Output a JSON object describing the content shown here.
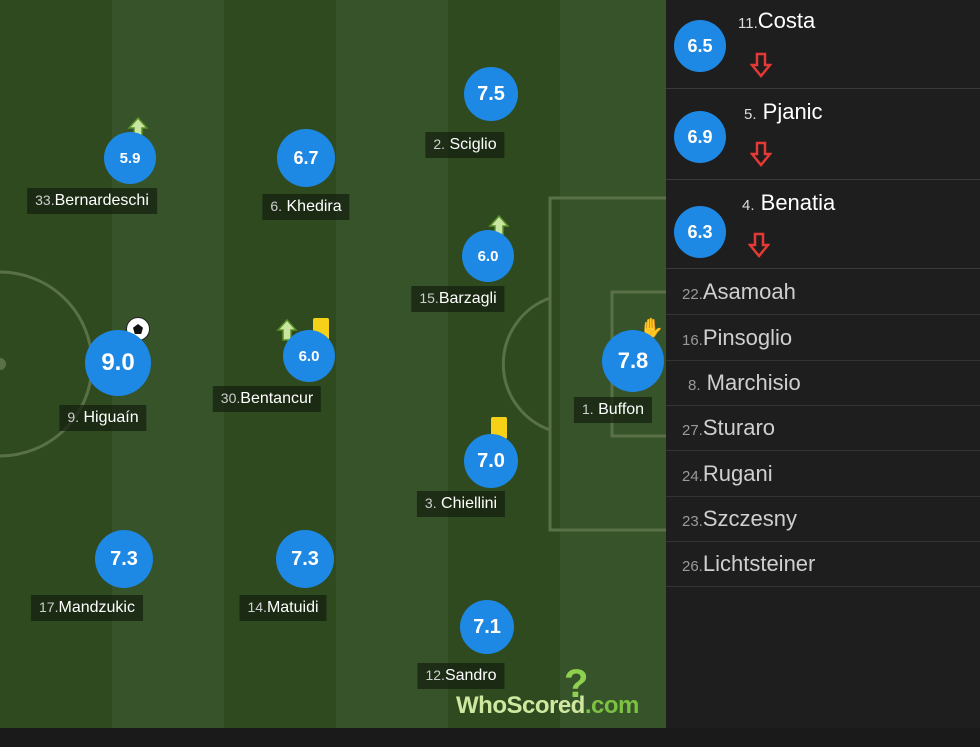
{
  "pitch": {
    "players": [
      {
        "id": "bernardeschi",
        "num": "33.",
        "name": "Bernardeschi",
        "rating": "5.9",
        "size": "sm",
        "arrow": "up"
      },
      {
        "id": "khedira",
        "num": "6.",
        "name": "Khedira",
        "rating": "6.7",
        "size": "sm"
      },
      {
        "id": "sciglio",
        "num": "2.",
        "name": "Sciglio",
        "rating": "7.5",
        "size": "med"
      },
      {
        "id": "barzagli",
        "num": "15.",
        "name": "Barzagli",
        "rating": "6.0",
        "size": "sm",
        "arrow": "up"
      },
      {
        "id": "higuain",
        "num": "9.",
        "name": "Higuaín",
        "rating": "9.0",
        "size": "big",
        "ball": true
      },
      {
        "id": "bentancur",
        "num": "30.",
        "name": "Bentancur",
        "rating": "6.0",
        "size": "sm",
        "arrow": "up",
        "card": "yellow"
      },
      {
        "id": "buffon",
        "num": "1.",
        "name": "Buffon",
        "rating": "7.8",
        "size": "big",
        "glove": true
      },
      {
        "id": "chiellini",
        "num": "3.",
        "name": "Chiellini",
        "rating": "7.0",
        "size": "med",
        "card": "yellow"
      },
      {
        "id": "mandzukic",
        "num": "17.",
        "name": "Mandzukic",
        "rating": "7.3",
        "size": "med"
      },
      {
        "id": "matuidi",
        "num": "14.",
        "name": "Matuidi",
        "rating": "7.3",
        "size": "med"
      },
      {
        "id": "sandro",
        "num": "12.",
        "name": "Sandro",
        "rating": "7.1",
        "size": "med"
      }
    ],
    "logo": {
      "text_main": "WhoScored",
      "text_suffix": ".com",
      "mark": "?"
    }
  },
  "sidebar": {
    "subs": [
      {
        "num": "11.",
        "name": "Costa",
        "rating": "6.5"
      },
      {
        "num": "5.",
        "name": "Pjanic",
        "rating": "6.9"
      },
      {
        "num": "4.",
        "name": "Benatia",
        "rating": "6.3"
      }
    ],
    "bench": [
      {
        "num": "22.",
        "name": "Asamoah"
      },
      {
        "num": "16.",
        "name": "Pinsoglio"
      },
      {
        "num": "8.",
        "name": "Marchisio"
      },
      {
        "num": "27.",
        "name": "Sturaro"
      },
      {
        "num": "24.",
        "name": "Rugani"
      },
      {
        "num": "23.",
        "name": "Szczesny"
      },
      {
        "num": "26.",
        "name": "Lichtsteiner"
      }
    ]
  },
  "colors": {
    "rating_badge": "#1e88e5",
    "yellow_card": "#f7d117",
    "arrow_up": "#7cc142",
    "arrow_down": "#d32f2f"
  }
}
